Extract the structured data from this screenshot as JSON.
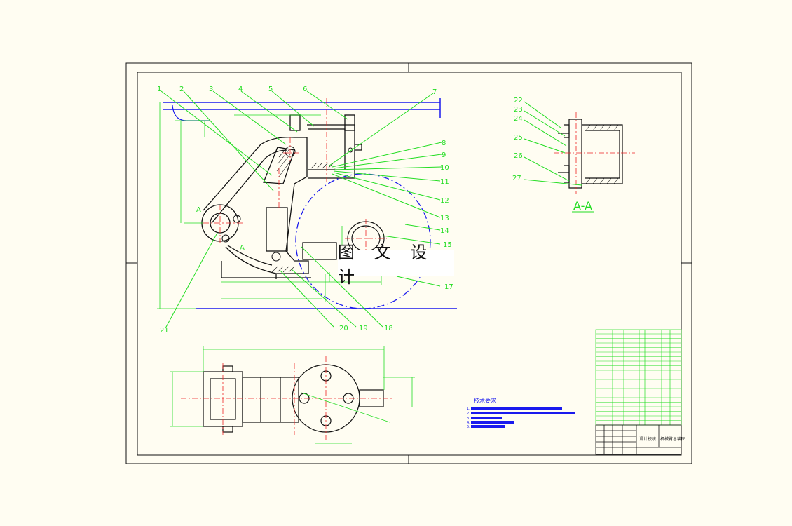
{
  "colors": {
    "background": "#fffdf2",
    "outline": "#111111",
    "annotation": "#22dd22",
    "centerline": "#ee2222",
    "accent": "#1a1aee",
    "watermark_bg": "#ffffff"
  },
  "watermark": "图 文 设 计",
  "section_label": "A-A",
  "section_marks": [
    "A",
    "A"
  ],
  "part_numbers": [
    "1",
    "2",
    "3",
    "4",
    "5",
    "6",
    "7",
    "8",
    "9",
    "10",
    "11",
    "12",
    "13",
    "14",
    "15",
    "17",
    "18",
    "19",
    "20",
    "21",
    "22",
    "23",
    "24",
    "25",
    "26",
    "27"
  ],
  "tech_requirements": {
    "title": "技术要求",
    "items": [
      "1.",
      "2.",
      "3.",
      "4.",
      "5."
    ]
  },
  "title_block": {
    "drawing_name": "机械臂总装图",
    "designer_field": "设计校核"
  }
}
